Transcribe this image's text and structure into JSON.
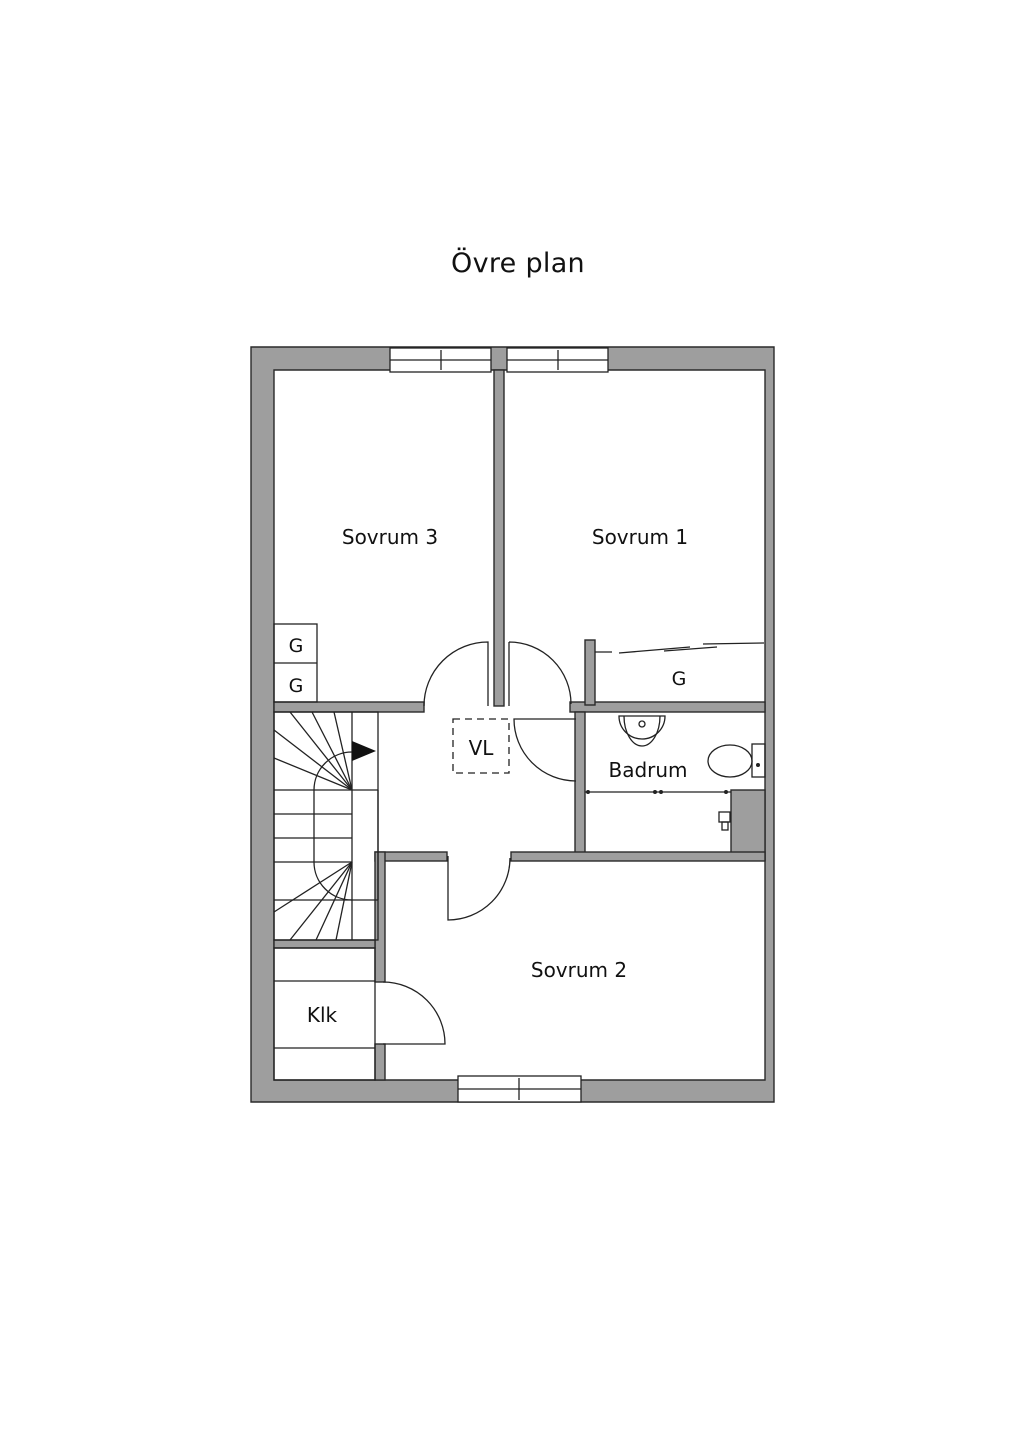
{
  "title": "Övre plan",
  "colors": {
    "wall": "#9e9e9e",
    "line": "#222222",
    "background": "#ffffff"
  },
  "rooms": {
    "sovrum3": "Sovrum 3",
    "sovrum1": "Sovrum 1",
    "sovrum2": "Sovrum 2",
    "badrum": "Badrum",
    "klk": "Klk",
    "vl": "VL",
    "g1": "G",
    "g2": "G",
    "g3": "G"
  }
}
